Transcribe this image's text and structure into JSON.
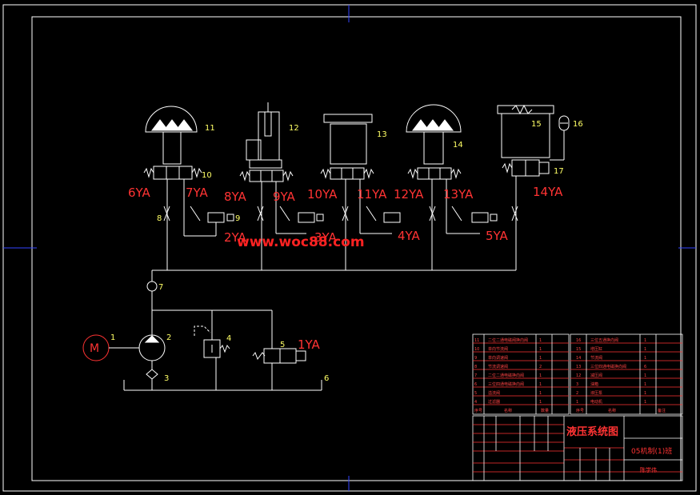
{
  "title_block": {
    "drawing_title": "液压系统图",
    "class_label": "05机制(1)班",
    "designer": "陈学伟",
    "rows": [
      {
        "no": "11",
        "name": "二位二通电磁阀换向阀",
        "qty": "1"
      },
      {
        "no": "10",
        "name": "单向节流阀",
        "qty": "1"
      },
      {
        "no": "9",
        "name": "单向调速阀",
        "qty": "1"
      },
      {
        "no": "8",
        "name": "节流调速阀",
        "qty": "2"
      },
      {
        "no": "7",
        "name": "二位二通电磁换向阀",
        "qty": "1"
      },
      {
        "no": "6",
        "name": "三位四通电磁换向阀",
        "qty": "1"
      },
      {
        "no": "5",
        "name": "溢流阀",
        "qty": "1"
      },
      {
        "no": "4",
        "name": "过滤器",
        "qty": "1"
      }
    ],
    "rows_right": [
      {
        "no": "16",
        "name": "三位五通换向阀",
        "qty": "1"
      },
      {
        "no": "15",
        "name": "增压缸",
        "qty": "1"
      },
      {
        "no": "14",
        "name": "节流阀",
        "qty": "1"
      },
      {
        "no": "13",
        "name": "三位四通电磁换向阀",
        "qty": "6"
      },
      {
        "no": "12",
        "name": "减压阀",
        "qty": "1"
      },
      {
        "no": "3",
        "name": "油箱",
        "qty": "1"
      },
      {
        "no": "2",
        "name": "液压泵",
        "qty": "1"
      },
      {
        "no": "1",
        "name": "电动机",
        "qty": "1"
      }
    ],
    "header_no": "序号",
    "header_name": "名称",
    "header_qty": "数量",
    "header_note": "备注"
  },
  "components": {
    "motor_symbol": "M",
    "labels": [
      "1",
      "2",
      "3",
      "4",
      "5",
      "6",
      "7",
      "8",
      "9",
      "10",
      "11",
      "12",
      "13",
      "14",
      "15",
      "16",
      "17"
    ]
  },
  "solenoids": [
    "1YA",
    "2YA",
    "3YA",
    "4YA",
    "5YA",
    "6YA",
    "7YA",
    "8YA",
    "9YA",
    "10YA",
    "11YA",
    "12YA",
    "13YA",
    "14YA"
  ],
  "watermark": "www.woc88.com"
}
